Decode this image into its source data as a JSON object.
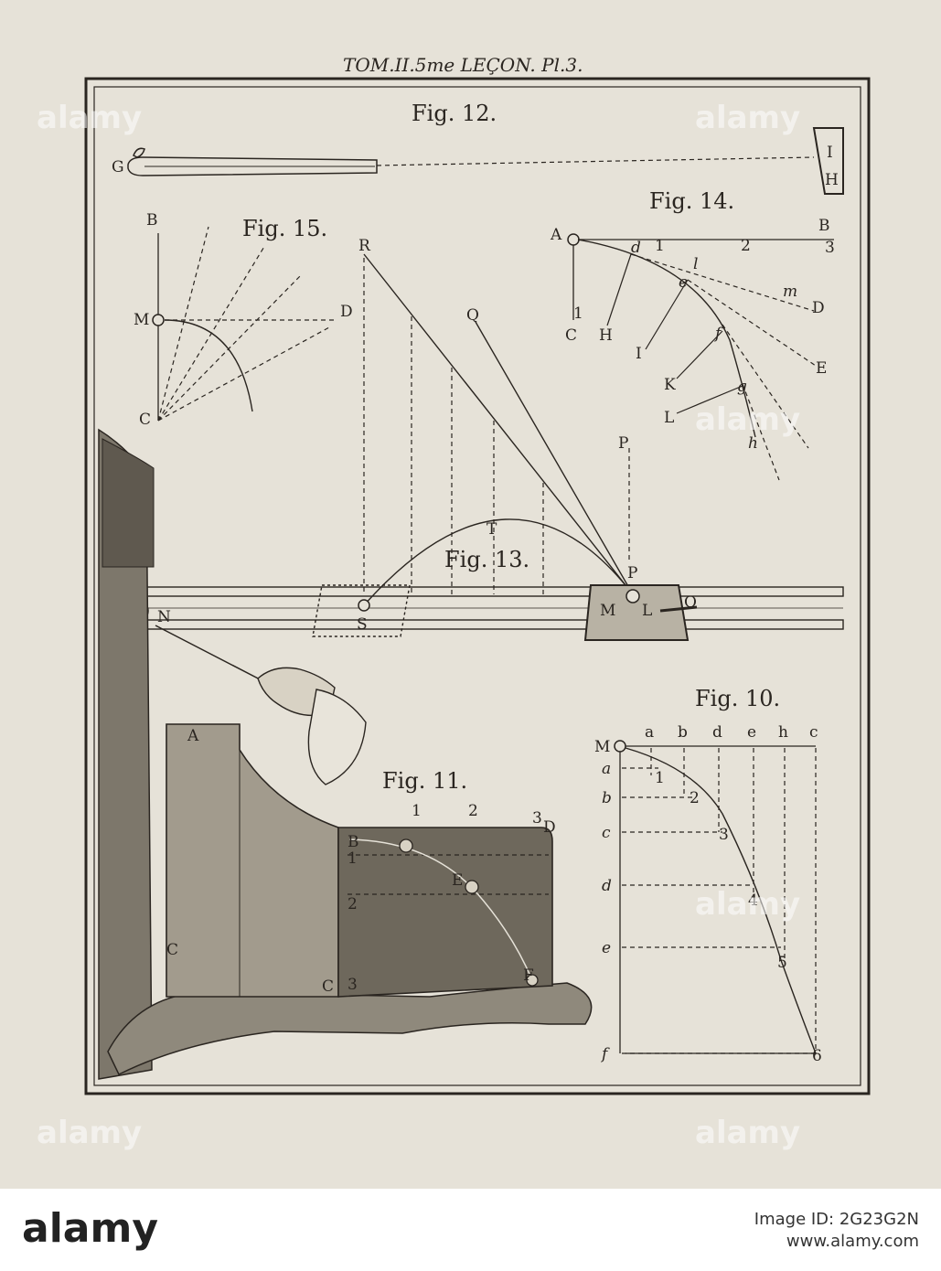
{
  "header": {
    "plate_title": "TOM.II.5me LEÇON. Pl.3."
  },
  "figures": {
    "fig12": {
      "title": "Fig. 12.",
      "labels": {
        "G": "G",
        "I": "I",
        "H": "H"
      }
    },
    "fig15": {
      "title": "Fig. 15.",
      "labels": {
        "B": "B",
        "M": "M",
        "D": "D",
        "C": "C"
      }
    },
    "fig14": {
      "title": "Fig. 14.",
      "labels": {
        "A": "A",
        "B": "B",
        "n1": "1",
        "n2": "2",
        "n3": "3",
        "d": "d",
        "l": "l",
        "m": "m",
        "D": "D",
        "e": "e",
        "E": "E",
        "f": "f",
        "g": "g",
        "h": "h",
        "C": "C",
        "c1": "1",
        "H": "H",
        "I": "I",
        "K": "K",
        "L": "L"
      }
    },
    "fig13": {
      "title": "Fig. 13.",
      "labels": {
        "R": "R",
        "Q": "Q",
        "T": "T",
        "P_top": "P",
        "P": "P",
        "S": "S",
        "N": "N",
        "M": "M",
        "L": "L",
        "O": "O"
      }
    },
    "fig10": {
      "title": "Fig. 10.",
      "top_labels": [
        "a",
        "b",
        "d",
        "e",
        "h",
        "c"
      ],
      "side_labels": [
        "a",
        "b",
        "c",
        "d",
        "e",
        "f"
      ],
      "point_numbers": [
        "1",
        "2",
        "3",
        "4",
        "5",
        "6"
      ],
      "corner": "M"
    },
    "fig11": {
      "title": "Fig. 11.",
      "labels": {
        "A": "A",
        "B": "B",
        "C": "C",
        "C2": "C",
        "D": "D",
        "E": "E",
        "F": "F",
        "t1": "1",
        "t2": "2",
        "t3": "3",
        "s1": "1",
        "s2": "2",
        "s3": "3"
      }
    }
  },
  "watermarks": [
    "alamy",
    "alamy",
    "alamy",
    "alamy",
    "alamy",
    "alamy"
  ],
  "footer": {
    "logo": "alamy",
    "image_id": "Image ID: 2G23G2N",
    "site": "www.alamy.com"
  },
  "colors": {
    "paper": "#e6e2d8",
    "ink": "#2a2520"
  }
}
